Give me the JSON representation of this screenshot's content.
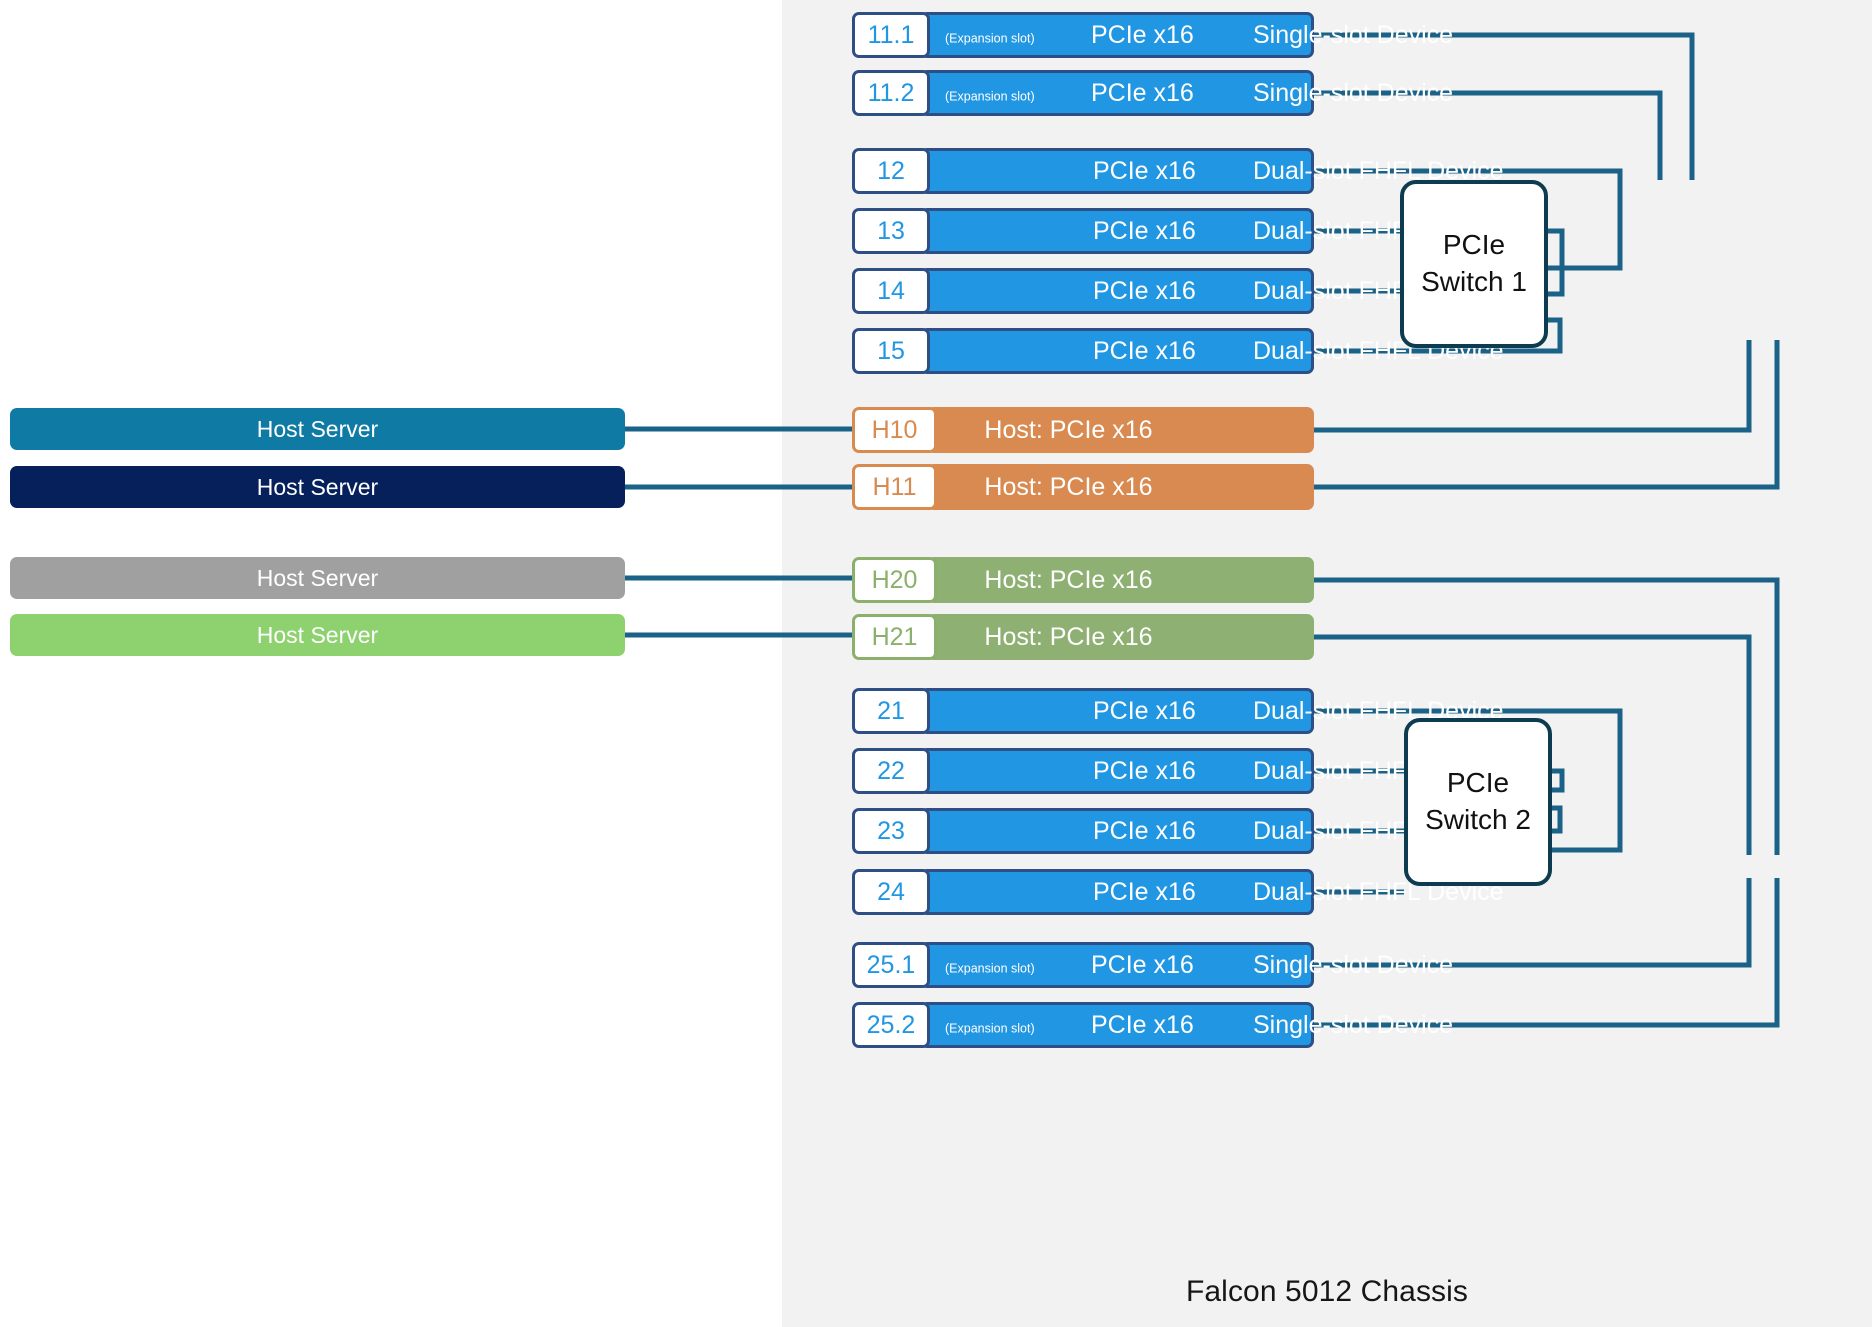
{
  "chassis": {
    "label": "Falcon 5012 Chassis",
    "panel_color": "#f2f2f2"
  },
  "colors": {
    "device_fill": "#2196e3",
    "device_border": "#2e4f86",
    "device_tag_text": "#2196e3",
    "host_orange_fill": "#d98a50",
    "host_orange_border": "#d98a4f",
    "host_green_fill": "#8fb073",
    "host_green_border": "#8bb06b",
    "wire": "#1a6287",
    "switch_border": "#0d3c51",
    "host_server_teal": "#0f7ba4",
    "host_server_navy": "#06205c",
    "host_server_gray": "#a0a0a0",
    "host_server_lightgreen": "#8ed униp"
  },
  "host_servers": [
    {
      "label": "Host Server",
      "color": "#0f7ba4",
      "connects_to": "H10"
    },
    {
      "label": "Host Server",
      "color": "#06205c",
      "connects_to": "H11"
    },
    {
      "label": "Host Server",
      "color": "#a0a0a0",
      "connects_to": "H20"
    },
    {
      "label": "Host Server",
      "color": "#8ed16f",
      "connects_to": "H21"
    }
  ],
  "device_slots": [
    {
      "tag": "11.1",
      "expansion": "(Expansion slot)",
      "link": "PCIe x16",
      "device": "Single-slot Device",
      "switch": "PCIe Switch 1"
    },
    {
      "tag": "11.2",
      "expansion": "(Expansion slot)",
      "link": "PCIe x16",
      "device": "Single-slot Device",
      "switch": "PCIe Switch 1"
    },
    {
      "tag": "12",
      "expansion": "",
      "link": "PCIe x16",
      "device": "Dual-slot FHFL Device",
      "switch": "PCIe Switch 1"
    },
    {
      "tag": "13",
      "expansion": "",
      "link": "PCIe x16",
      "device": "Dual-slot FHFL Device",
      "switch": "PCIe Switch 1"
    },
    {
      "tag": "14",
      "expansion": "",
      "link": "PCIe x16",
      "device": "Dual-slot FHFL Device",
      "switch": "PCIe Switch 1"
    },
    {
      "tag": "15",
      "expansion": "",
      "link": "PCIe x16",
      "device": "Dual-slot FHFL Device",
      "switch": "PCIe Switch 1"
    },
    {
      "tag": "21",
      "expansion": "",
      "link": "PCIe x16",
      "device": "Dual-slot FHFL Device",
      "switch": "PCIe Switch 2"
    },
    {
      "tag": "22",
      "expansion": "",
      "link": "PCIe x16",
      "device": "Dual-slot FHFL Device",
      "switch": "PCIe Switch 2"
    },
    {
      "tag": "23",
      "expansion": "",
      "link": "PCIe x16",
      "device": "Dual-slot FHFL Device",
      "switch": "PCIe Switch 2"
    },
    {
      "tag": "24",
      "expansion": "",
      "link": "PCIe x16",
      "device": "Dual-slot FHFL Device",
      "switch": "PCIe Switch 2"
    },
    {
      "tag": "25.1",
      "expansion": "(Expansion slot)",
      "link": "PCIe x16",
      "device": "Single-slot Device",
      "switch": "PCIe Switch 2"
    },
    {
      "tag": "25.2",
      "expansion": "(Expansion slot)",
      "link": "PCIe x16",
      "device": "Single-slot Device",
      "switch": "PCIe Switch 2"
    }
  ],
  "host_ports": [
    {
      "tag": "H10",
      "text": "Host: PCIe x16",
      "style": "orange",
      "switch": "PCIe Switch 1"
    },
    {
      "tag": "H11",
      "text": "Host: PCIe x16",
      "style": "orange",
      "switch": "PCIe Switch 1"
    },
    {
      "tag": "H20",
      "text": "Host: PCIe x16",
      "style": "green",
      "switch": "PCIe Switch 2"
    },
    {
      "tag": "H21",
      "text": "Host: PCIe x16",
      "style": "green",
      "switch": "PCIe Switch 2"
    }
  ],
  "switches": [
    {
      "line1": "PCIe",
      "line2": "Switch 1"
    },
    {
      "line1": "PCIe",
      "line2": "Switch 2"
    }
  ]
}
